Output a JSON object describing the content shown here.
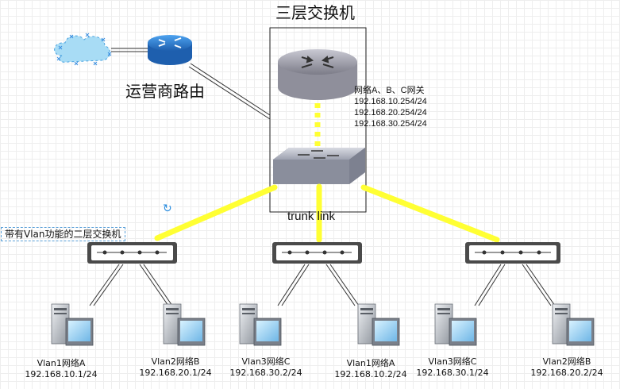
{
  "title": "三层交换机",
  "isp_label": "运营商路由",
  "gateway": {
    "heading": "网络A、B、C网关",
    "ips": [
      "192.168.10.254/24",
      "192.168.20.254/24",
      "192.168.30.254/24"
    ]
  },
  "trunk_label": "trunk link",
  "l2_switch_label": "带有Vlan功能的二层交换机",
  "hosts": [
    {
      "name": "Vlan1网络A",
      "ip": "192.168.10.1/24"
    },
    {
      "name": "Vlan2网络B",
      "ip": "192.168.20.1/24"
    },
    {
      "name": "Vlan3网络C",
      "ip": "192.168.30.2/24"
    },
    {
      "name": "Vlan1网络A",
      "ip": "192.168.10.2/24"
    },
    {
      "name": "Vlan3网络C",
      "ip": "192.168.30.1/24"
    },
    {
      "name": "Vlan2网络B",
      "ip": "192.168.20.2/24"
    }
  ],
  "colors": {
    "trunk_line": "#ffff33",
    "switch_body": "#4a4a4a",
    "router_blue": "#2c7fd1",
    "cloud_blue": "#a8dcf5"
  },
  "icons": [
    "cloud-icon",
    "router-icon",
    "core-router-icon",
    "core-switch-icon",
    "l2-switch-icon",
    "computer-icon",
    "refresh-icon"
  ]
}
